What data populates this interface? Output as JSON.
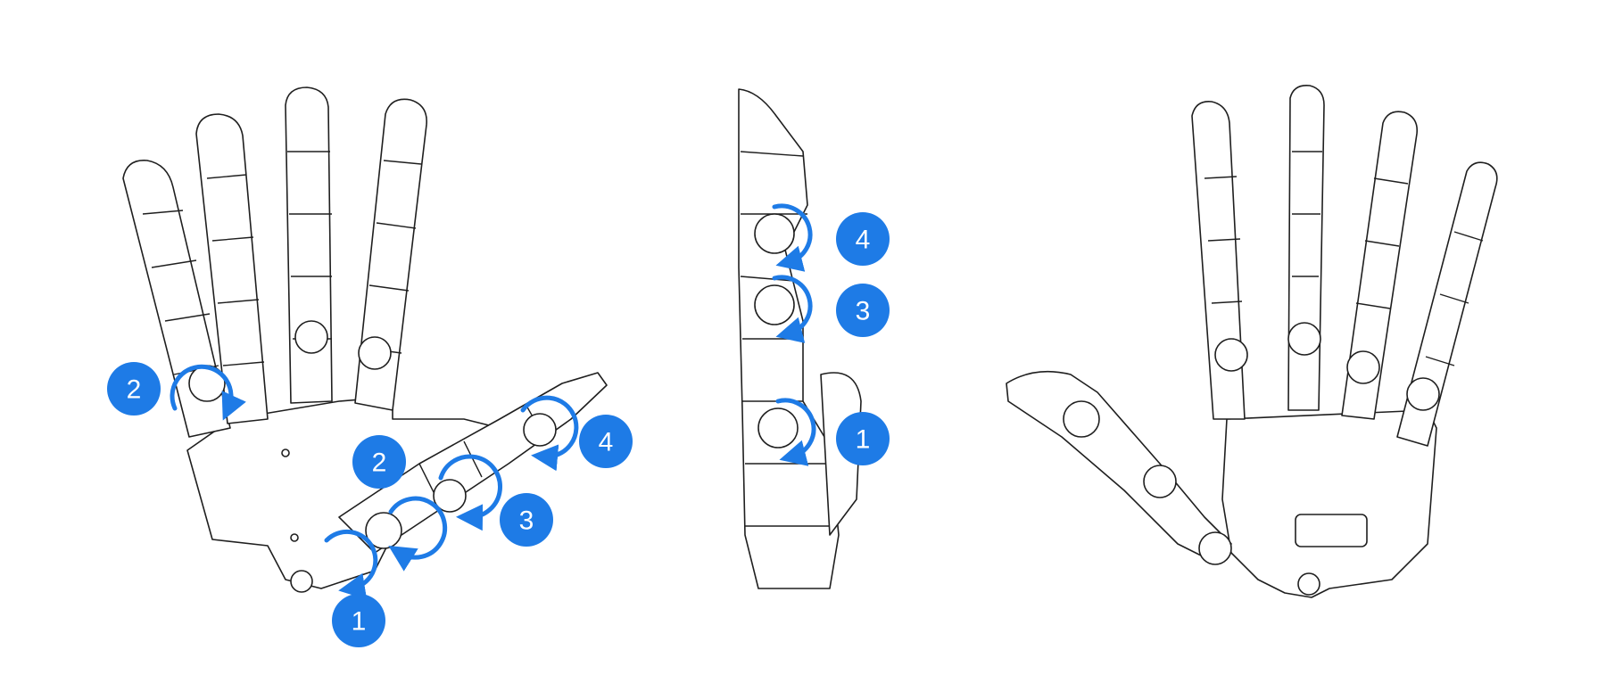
{
  "colors": {
    "accent": "#1e7be6",
    "outline": "#1f1f1f",
    "background": "#ffffff"
  },
  "badges": {
    "palm_little_joint": "2",
    "thumb_joint_1": "1",
    "thumb_joint_2": "2",
    "thumb_joint_3": "3",
    "thumb_joint_4": "4",
    "side_joint_4": "4",
    "side_joint_3": "3",
    "side_joint_1": "1"
  }
}
